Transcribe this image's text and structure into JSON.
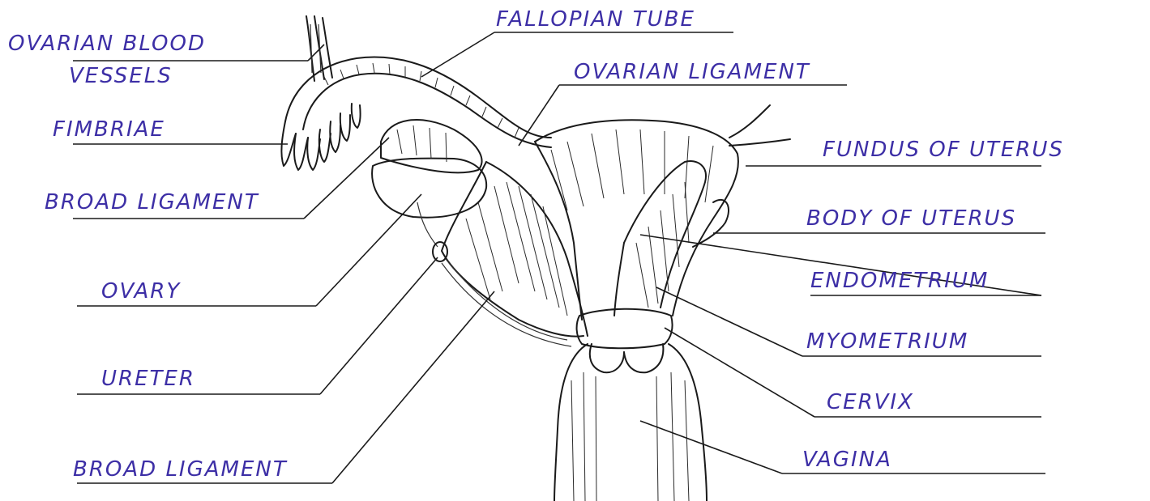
{
  "labels": {
    "ovarian_blood_vessels": [
      "OVARIAN BLOOD",
      "VESSELS"
    ],
    "fallopian_tube": "FALLOPIAN TUBE",
    "ovarian_ligament": "OVARIAN LIGAMENT",
    "fimbriae": "FIMBRIAE",
    "fundus_of_uterus": "FUNDUS OF UTERUS",
    "broad_ligament_upper": "BROAD LIGAMENT",
    "body_of_uterus": "BODY OF UTERUS",
    "endometrium": "ENDOMETRIUM",
    "ovary": "OVARY",
    "myometrium": "MYOMETRIUM",
    "ureter": "URETER",
    "cervix": "CERVIX",
    "broad_ligament_lower": "BROAD LIGAMENT",
    "vagina": "VAGINA"
  },
  "colors": {
    "label_ink": "#3d2fa6",
    "line_ink": "#1a1a1a"
  }
}
